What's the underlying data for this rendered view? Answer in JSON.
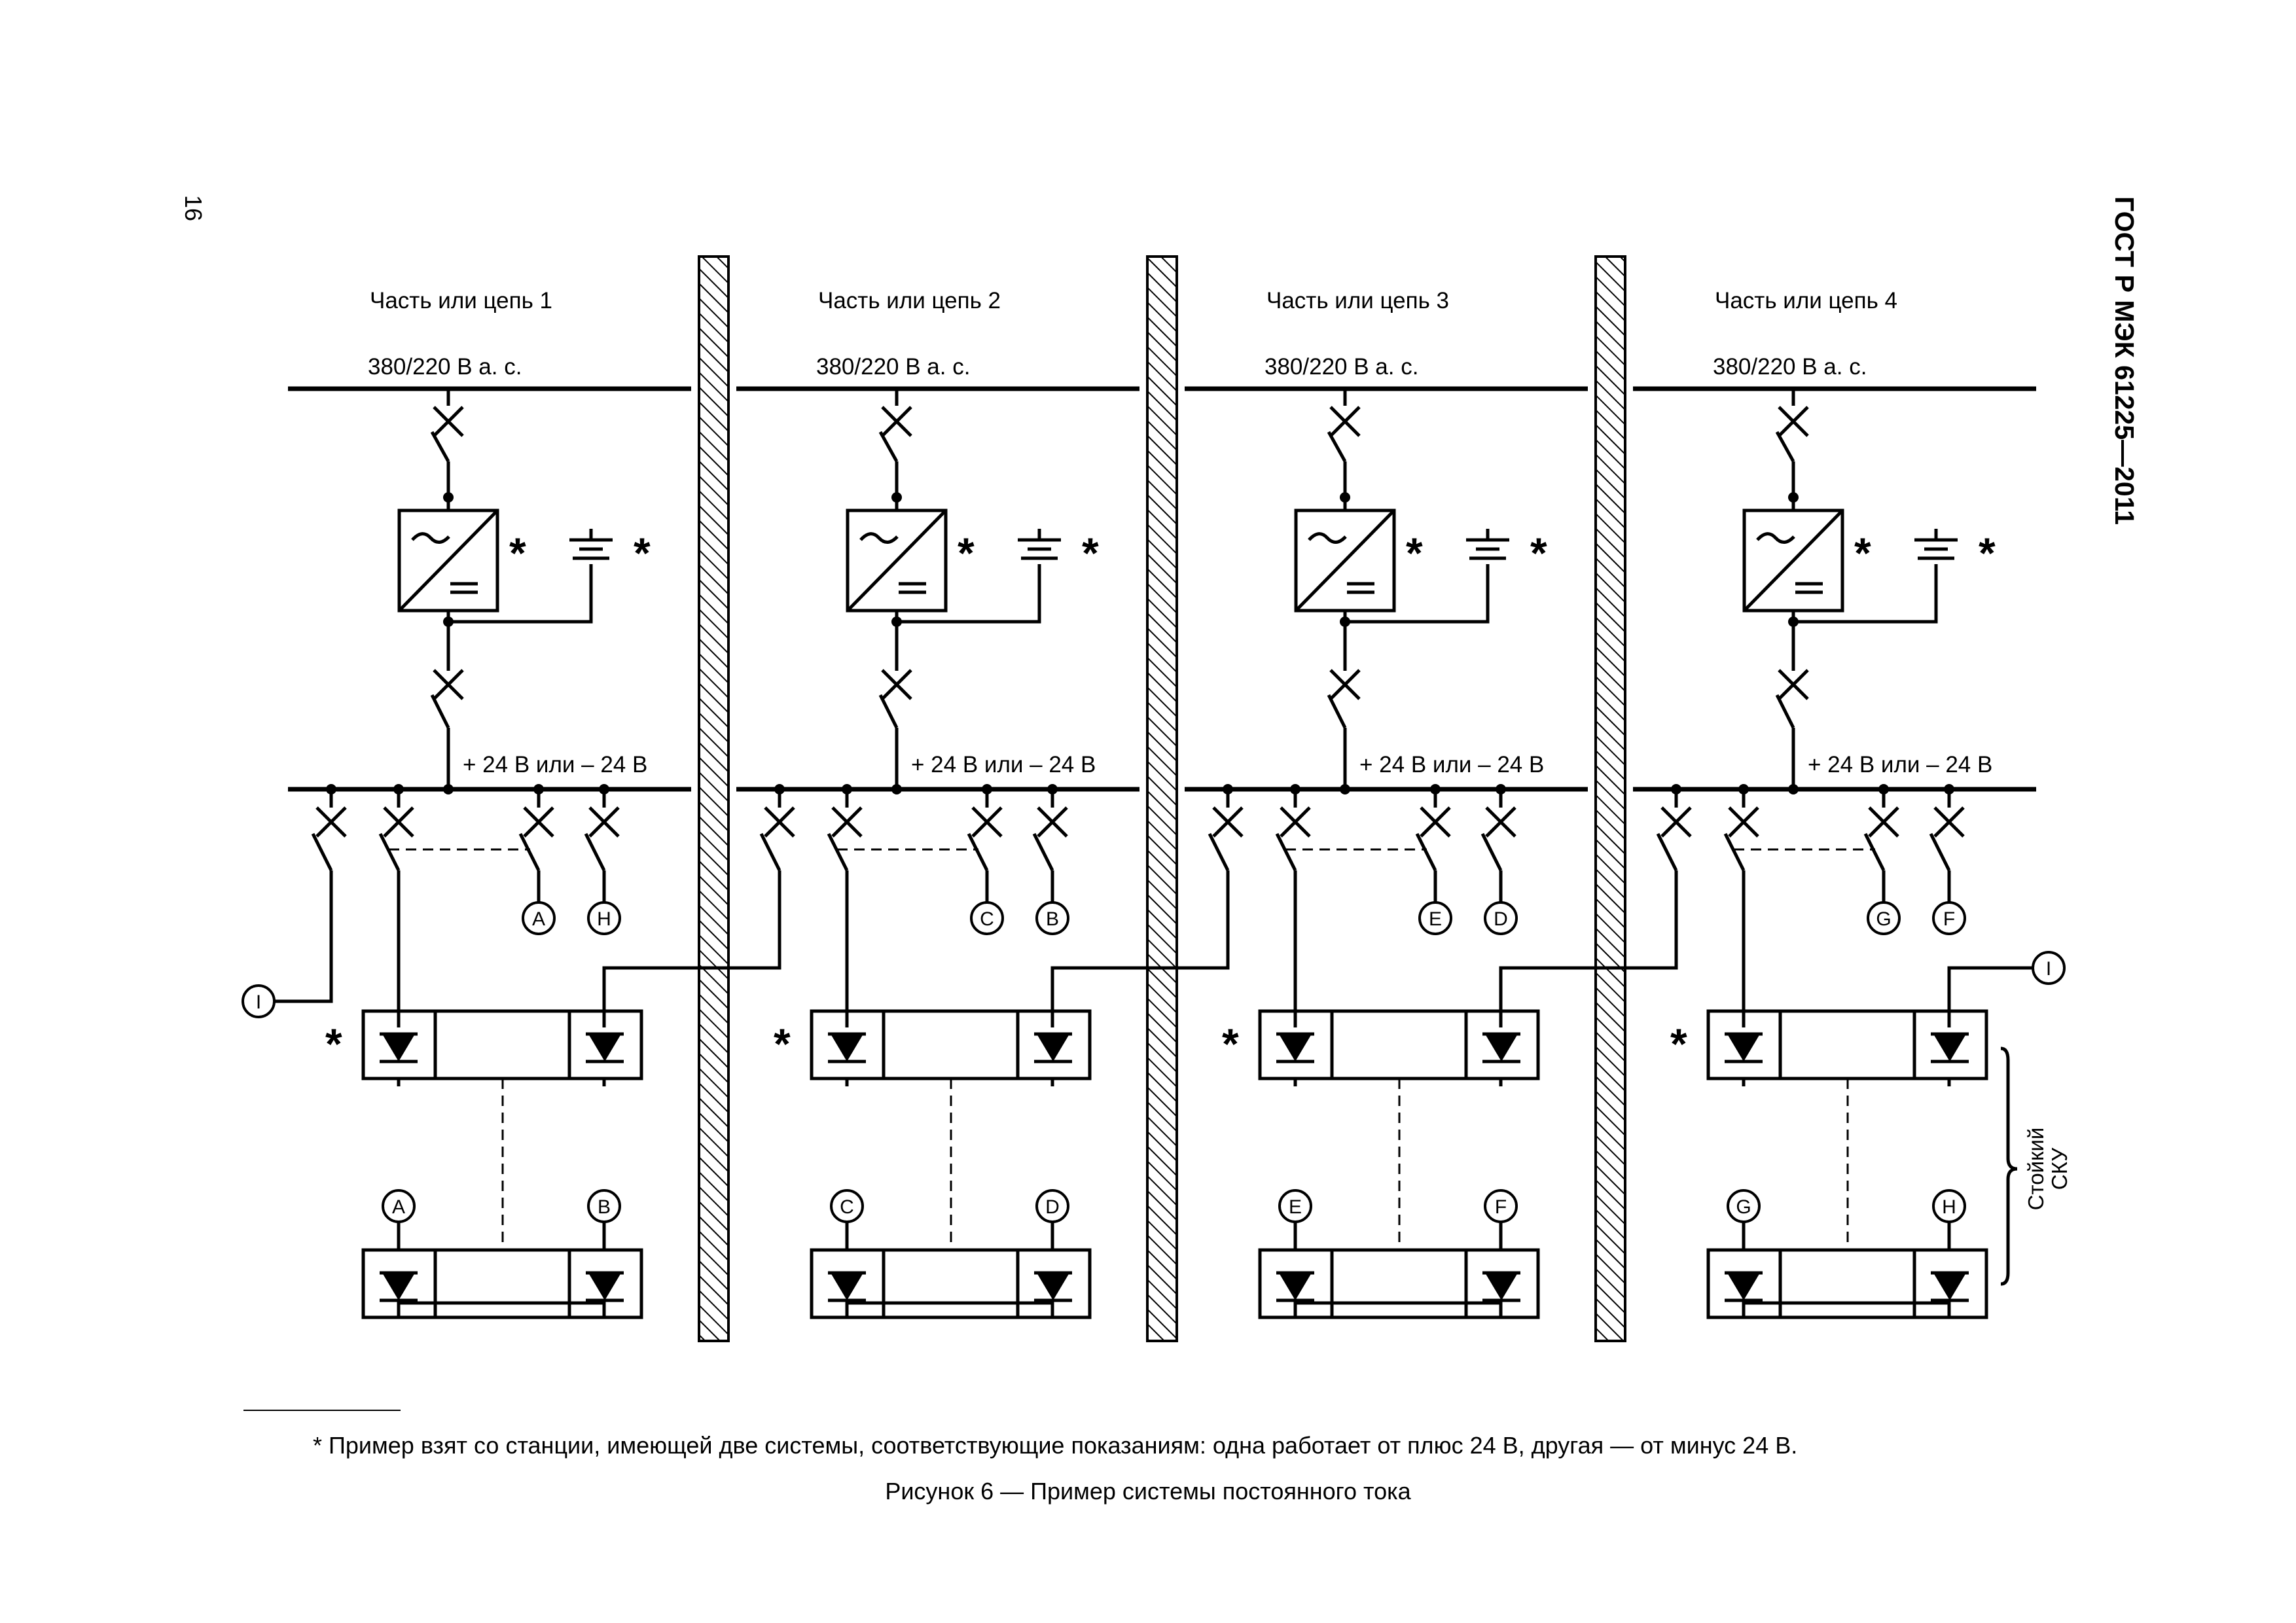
{
  "document": {
    "header": "ГОСТ Р МЭК 61225—2011",
    "page_number": "16"
  },
  "diagram": {
    "sections": [
      {
        "title": "Часть или цепь 1",
        "ac_label": "380/220 В а. с.",
        "dc_label": "+ 24 В или – 24 В",
        "outlets": [
          "A",
          "H"
        ],
        "lower_pair": [
          "A",
          "B"
        ]
      },
      {
        "title": "Часть или цепь 2",
        "ac_label": "380/220 В а. с.",
        "dc_label": "+ 24 В или – 24 В",
        "outlets": [
          "C",
          "B"
        ],
        "lower_pair": [
          "C",
          "D"
        ]
      },
      {
        "title": "Часть или цепь 3",
        "ac_label": "380/220 В а. с.",
        "dc_label": "+ 24 В или – 24 В",
        "outlets": [
          "E",
          "D"
        ],
        "lower_pair": [
          "E",
          "F"
        ]
      },
      {
        "title": "Часть или цепь 4",
        "ac_label": "380/220 В а. с.",
        "dc_label": "+ 24 В или – 24 В",
        "outlets": [
          "G",
          "F"
        ],
        "lower_pair": [
          "G",
          "H"
        ]
      }
    ],
    "loop_terminal": "I",
    "marker": "*",
    "brace_label_line1": "Стойкий",
    "brace_label_line2": "СКУ"
  },
  "footnote": "* Пример взят со станции, имеющей две системы, соответствующие показаниям: одна работает от плюс 24 В, другая — от минус 24 В.",
  "caption": "Рисунок 6 — Пример системы постоянного тока"
}
